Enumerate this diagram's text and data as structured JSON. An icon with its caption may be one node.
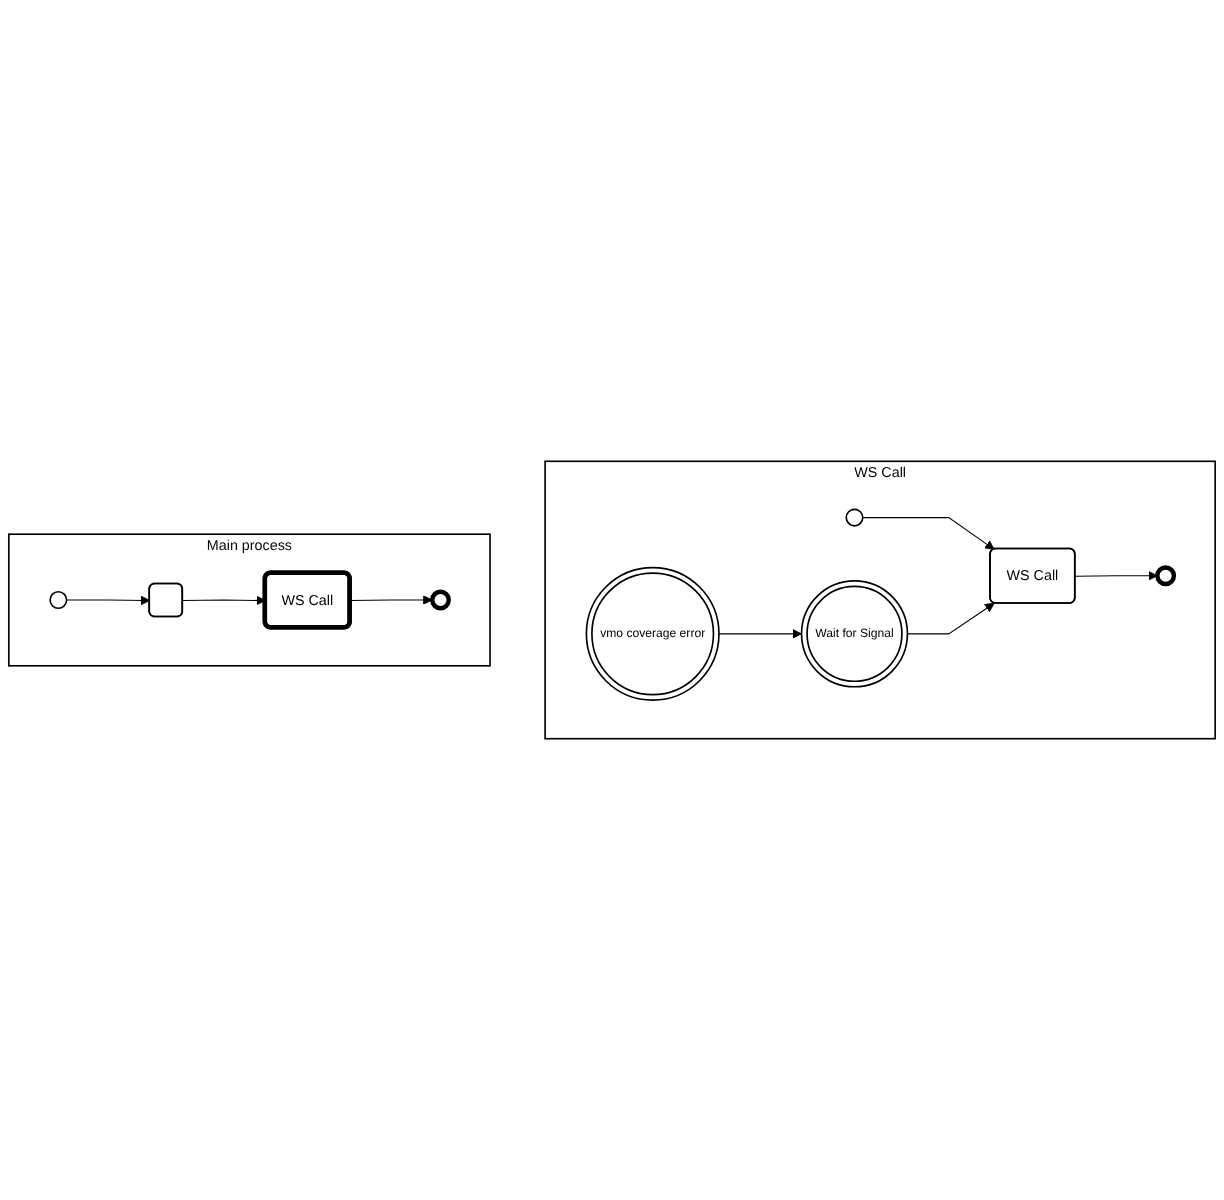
{
  "diagram": {
    "nodes": [
      {
        "text": [
          "WS Call"
        ]
      },
      {
        "text": [],
        "shape": "circle",
        "in": 0
      },
      {
        "text": [
          "WS Call"
        ],
        "in": 0
      },
      {
        "text": [
          "vmo coverage error"
        ],
        "in": 0
      },
      {
        "text": [],
        "shape": "circle",
        "in": 0
      },
      {
        "text": [
          "Wait for Signal"
        ],
        "in": 0
      },
      {
        "text": [
          "Main process"
        ]
      },
      {
        "text": [],
        "shape": "circle",
        "in": 6
      },
      {
        "text": [],
        "shape": "box",
        "in": 6
      },
      {
        "text": [
          "WS Call"
        ],
        "in": 6
      },
      {
        "text": [],
        "shape": "circle",
        "in": 6
      }
    ],
    "edges": [
      {
        "from": 1,
        "to": 2,
        "arrow": "to"
      },
      {
        "from": 2,
        "to": 4,
        "arrow": "to"
      },
      {
        "from": 3,
        "to": 5,
        "arrow": "to"
      },
      {
        "from": 5,
        "to": 2,
        "arrow": "to"
      },
      {
        "from": 7,
        "to": 8,
        "arrow": "to"
      },
      {
        "from": 8,
        "to": 9,
        "arrow": "to"
      },
      {
        "from": 9,
        "to": 10,
        "arrow": "to"
      }
    ]
  }
}
